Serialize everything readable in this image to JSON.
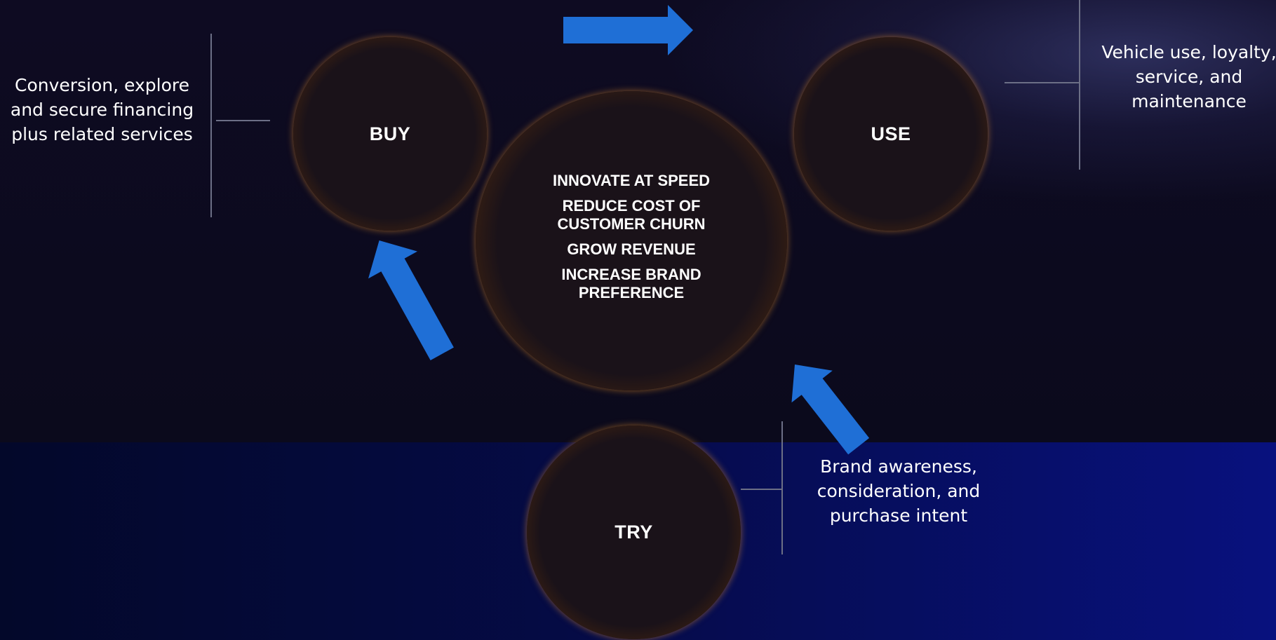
{
  "theme": {
    "arrow_color": "#1f6fd6",
    "ring_color": "#f0a030",
    "bottom_band_color": "#08117e"
  },
  "stages": {
    "buy": {
      "label": "BUY",
      "description": "Conversion, explore and secure financing plus related services"
    },
    "use": {
      "label": "USE",
      "description": "Vehicle use, loyalty, service, and maintenance"
    },
    "try": {
      "label": "TRY",
      "description": "Brand awareness, consideration, and purchase intent"
    }
  },
  "center": {
    "goals": [
      "INNOVATE AT SPEED",
      "REDUCE COST OF CUSTOMER CHURN",
      "GROW REVENUE",
      "INCREASE BRAND PREFERENCE"
    ]
  },
  "icons": [
    "arrow-right-icon",
    "arrow-down-left-icon",
    "arrow-up-left-icon"
  ]
}
